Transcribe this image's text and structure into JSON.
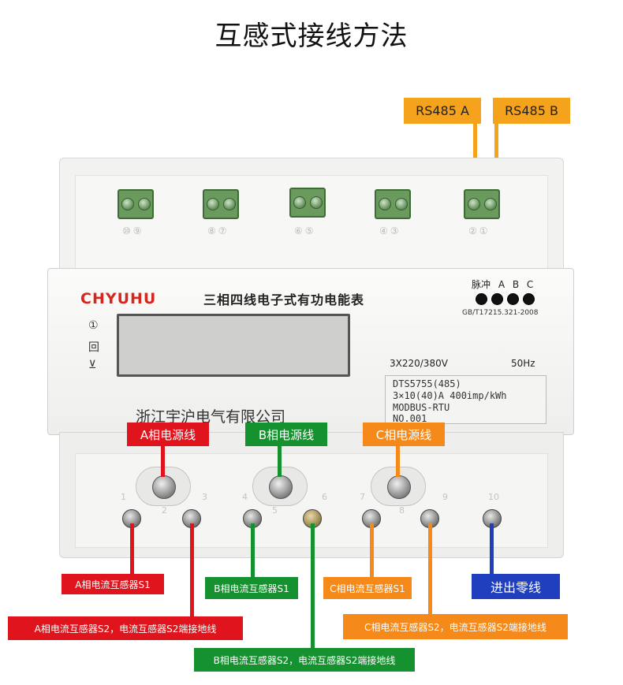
{
  "title": "互感式接线方法",
  "rs485": {
    "a": "RS485 A",
    "b": "RS485 B"
  },
  "top_terminal_numbers": [
    "⑩⑨",
    "⑧⑦",
    "⑥⑤",
    "④③",
    "②①"
  ],
  "meter": {
    "brand": "CHYUHU",
    "name": "三相四线电子式有功电能表",
    "pulse_label": "脉冲 A B C",
    "standard": "GB/T17215.321-2008",
    "voltage": "3X220/380V",
    "frequency": "50Hz",
    "label_lines": [
      "DTS5755(485)",
      "3×10(40)A   400imp/kWh",
      "MODBUS-RTU",
      "NO.001"
    ],
    "company": "浙江宇沪电气有限公司",
    "symbols": [
      "①",
      "回",
      "⊻"
    ]
  },
  "bottom_terminal_numbers": [
    "1",
    "2",
    "3",
    "4",
    "5",
    "6",
    "7",
    "8",
    "9",
    "10"
  ],
  "labels": {
    "a_power": "A相电源线",
    "b_power": "B相电源线",
    "c_power": "C相电源线",
    "a_ct_s1": "A相电流互感器S1",
    "a_ct_s2": "A相电流互感器S2，电流互感器S2端接地线",
    "b_ct_s1": "B相电流互感器S1",
    "b_ct_s2": "B相电流互感器S2，电流互感器S2端接地线",
    "c_ct_s1": "C相电流互感器S1",
    "c_ct_s2": "C相电流互感器S2，电流互感器S2端接地线",
    "neutral": "进出零线"
  },
  "colors": {
    "red": "#e0141c",
    "green": "#16912f",
    "orange": "#f58a1a",
    "blue": "#1f3fbf",
    "yellow": "#f5a21c",
    "brand": "#d4271f"
  }
}
